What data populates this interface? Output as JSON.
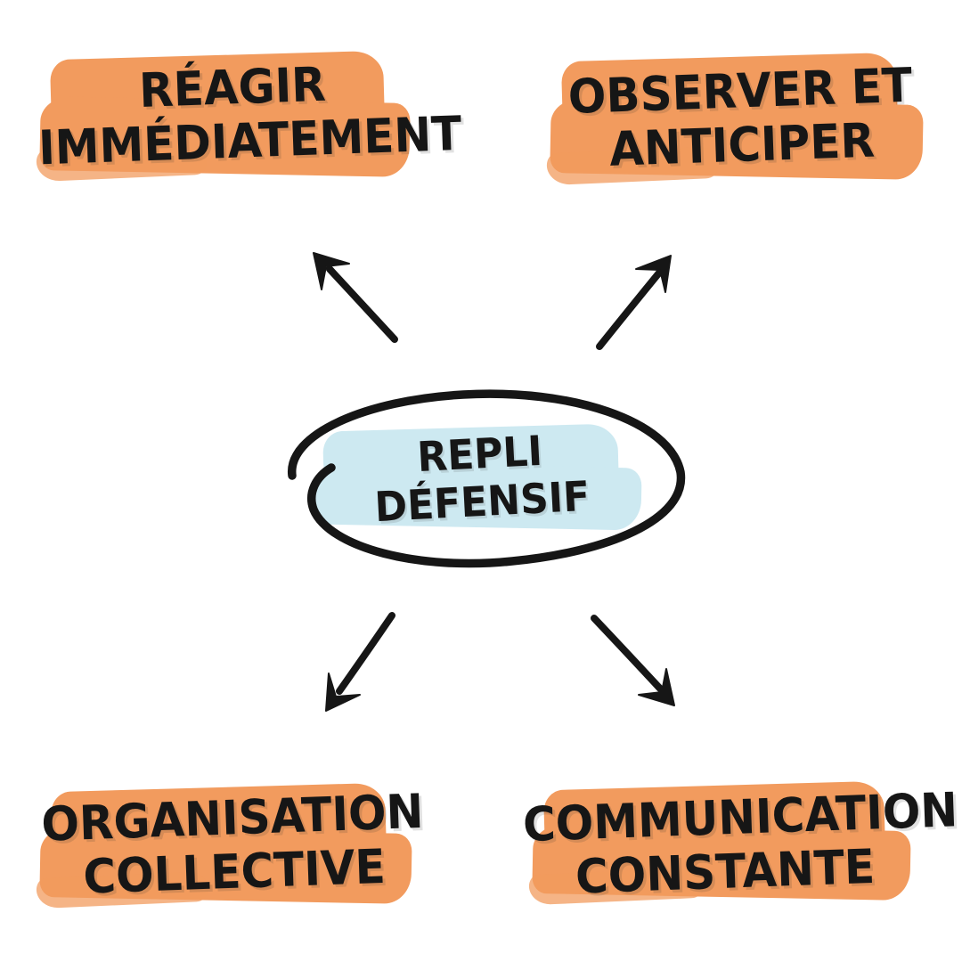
{
  "colors": {
    "highlight_orange": "#F29B5E",
    "highlight_blue": "#CDE9F1",
    "ink": "#161616",
    "background": "#FFFFFF"
  },
  "center": {
    "line1": "REPLI",
    "line2": "DÉFENSIF"
  },
  "nodes": [
    {
      "id": "top-left",
      "line1": "RÉAGIR",
      "line2": "IMMÉDIATEMENT"
    },
    {
      "id": "top-right",
      "line1": "OBSERVER ET",
      "line2": "ANTICIPER"
    },
    {
      "id": "bottom-left",
      "line1": "ORGANISATION",
      "line2": "COLLECTIVE"
    },
    {
      "id": "bottom-right",
      "line1": "COMMUNICATION",
      "line2": "CONSTANTE"
    }
  ],
  "icons": [
    {
      "name": "arrow-up-left"
    },
    {
      "name": "arrow-up-right"
    },
    {
      "name": "arrow-down-left"
    },
    {
      "name": "arrow-down-right"
    },
    {
      "name": "center-ellipse-outline"
    }
  ]
}
